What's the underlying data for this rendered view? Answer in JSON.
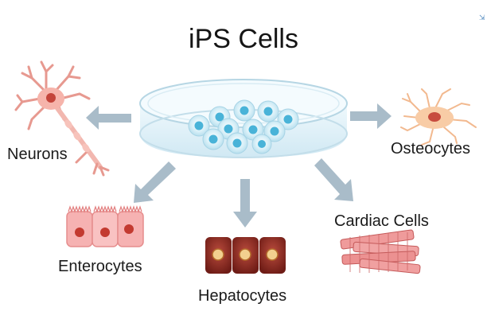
{
  "title": "iPS Cells",
  "labels": {
    "neurons": "Neurons",
    "osteocytes": "Osteocytes",
    "enterocytes": "Enterocytes",
    "hepatocytes": "Hepatocytes",
    "cardiac": "Cardiac Cells"
  },
  "corner_icon": "external-link-icon",
  "colors": {
    "arrow": "#a9bcc9",
    "dish": "#cde8f3",
    "stem_cell": "#49b3d8",
    "neuron": "#f4a9a0",
    "osteocyte": "#f7c9a3",
    "enterocyte": "#f3a4a4",
    "hepatocyte": "#8a2a22",
    "cardiac": "#e98a8a"
  }
}
